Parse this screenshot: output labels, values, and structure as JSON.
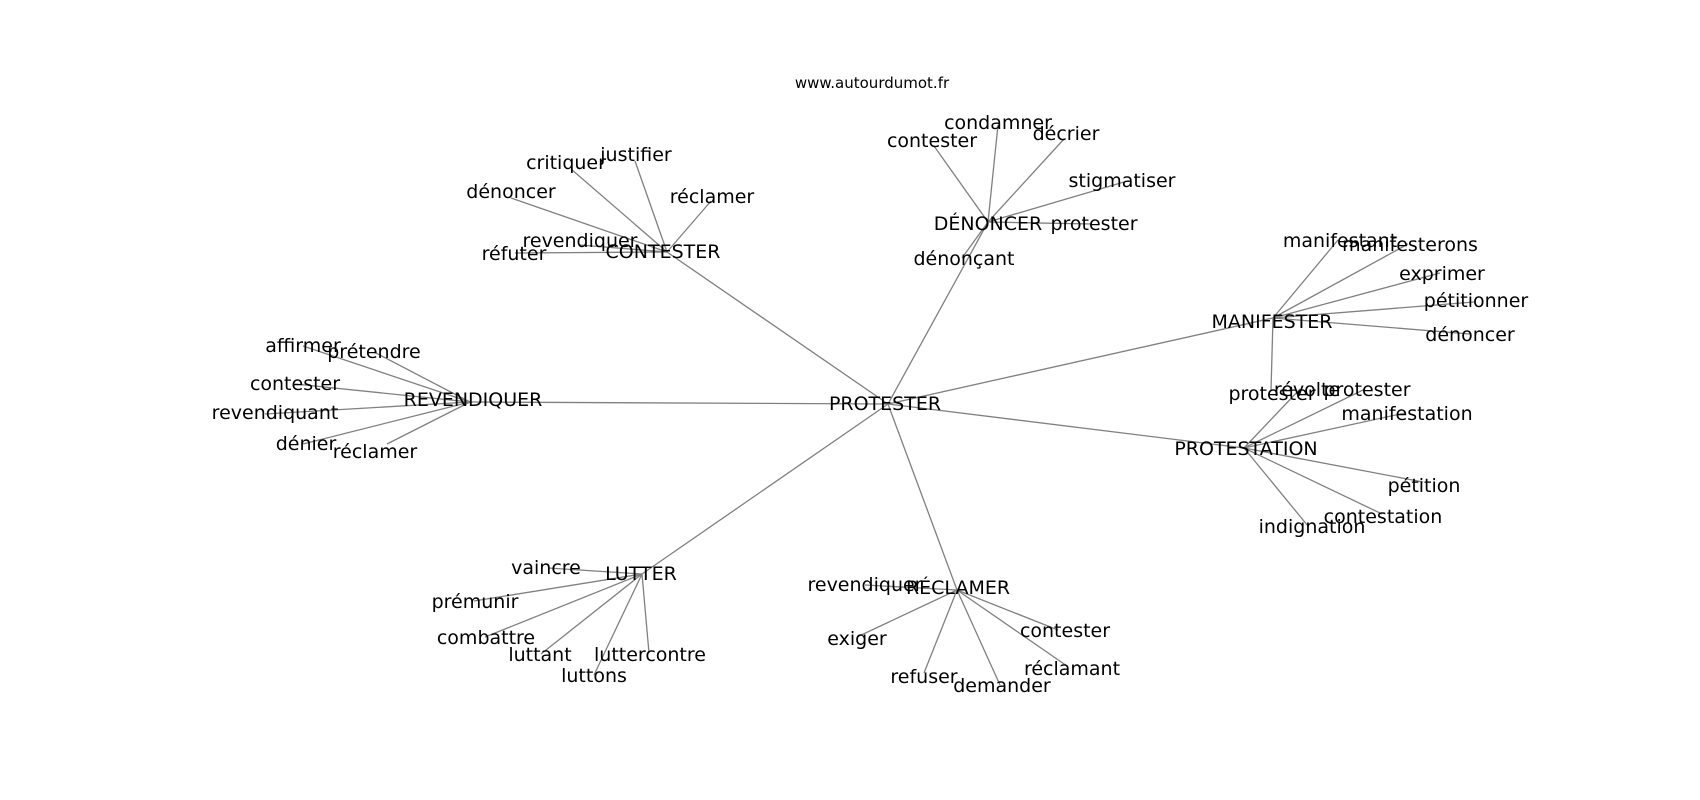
{
  "site": "www.autourdumot.fr",
  "root": "PROTESTER",
  "groups": [
    {
      "id": "contester",
      "label": "CONTESTER",
      "words": [
        "réfuter",
        "revendiquer",
        "dénoncer",
        "critiquer",
        "justifier",
        "réclamer"
      ]
    },
    {
      "id": "denoncer",
      "label": "DÉNONCER",
      "words": [
        "contester",
        "condamner",
        "décrier",
        "stigmatiser",
        "protester",
        "dénonçant"
      ]
    },
    {
      "id": "manifester",
      "label": "MANIFESTER",
      "words": [
        "manifestant",
        "manifesterons",
        "exprimer",
        "pétitionner",
        "dénoncer",
        "protester"
      ]
    },
    {
      "id": "protestation",
      "label": "PROTESTATION",
      "words": [
        "révolte",
        "protester",
        "manifestation",
        "pétition",
        "contestation",
        "indignation"
      ]
    },
    {
      "id": "reclamer",
      "label": "RÉCLAMER",
      "words": [
        "revendiquer",
        "exiger",
        "refuser",
        "demander",
        "réclamant",
        "contester"
      ]
    },
    {
      "id": "lutter",
      "label": "LUTTER",
      "words": [
        "vaincre",
        "prémunir",
        "combattre",
        "luttant",
        "luttons",
        "luttercontre"
      ]
    },
    {
      "id": "revendiquer",
      "label": "REVENDIQUER",
      "words": [
        "affirmer",
        "prétendre",
        "contester",
        "revendiquant",
        "dénier",
        "réclamer"
      ]
    }
  ],
  "colors": {
    "edge": "#808080",
    "text": "#000000",
    "background": "#ffffff"
  }
}
